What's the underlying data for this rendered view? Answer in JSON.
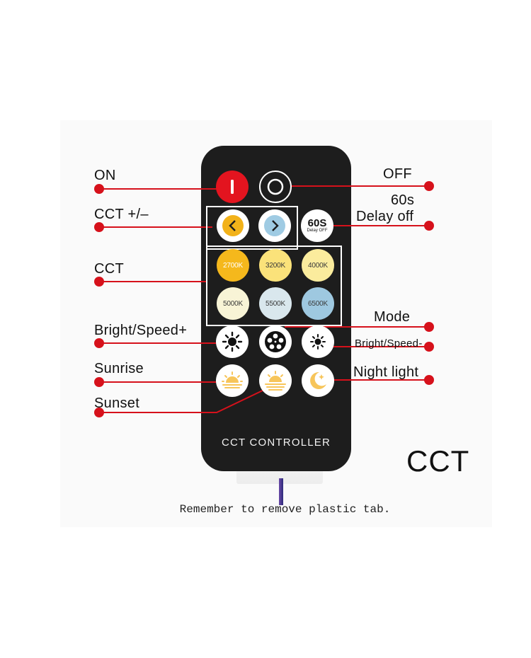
{
  "labels": {
    "on": "ON",
    "off": "OFF",
    "cct_adjust": "CCT +/–",
    "delay_top": "60s",
    "delay_bottom": "Delay off",
    "cct": "CCT",
    "mode": "Mode",
    "bright_plus": "Bright/Speed+",
    "bright_minus": "Bright/Speed-",
    "sunrise": "Sunrise",
    "sunset": "Sunset",
    "night_light": "Night light"
  },
  "remote": {
    "delay_button_main": "60S",
    "delay_button_sub": "Delay OFF",
    "cct_presets": [
      "2700K",
      "3200K",
      "4000K",
      "5000K",
      "5500K",
      "6500K"
    ],
    "brand": "CCT CONTROLLER"
  },
  "product_title": "CCT",
  "note": "Remember to remove plastic tab.",
  "colors": {
    "callout_red": "#d6111b",
    "remote_body": "#1d1d1d",
    "power_button": "#e3141f",
    "arrow_left": "#f2b21a",
    "arrow_right": "#9fcbe3",
    "preset_2700k": "#f5b81c",
    "preset_3200k": "#fbe27a",
    "preset_4000k": "#fbec9d",
    "preset_5000k": "#f8f4d6",
    "preset_5500k": "#d9e7ed",
    "preset_6500k": "#9ec8e0",
    "sun_icon": "#f7c55a"
  }
}
